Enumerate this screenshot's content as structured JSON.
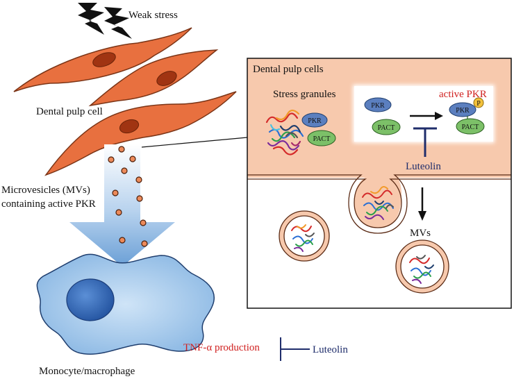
{
  "labels": {
    "weak_stress": "Weak stress",
    "dental_pulp_cell": "Dental pulp cell",
    "microvesicles_line1": "Microvesicles (MVs)",
    "microvesicles_line2": "containing active PKR",
    "monocyte": "Monocyte/macrophage",
    "tnf_production": "TNF-α production",
    "luteolin_bottom": "Luteolin"
  },
  "panel": {
    "title": "Dental pulp cells",
    "stress_granules": "Stress granules",
    "pkr": "PKR",
    "pact": "PACT",
    "active_pkr": "active PKR",
    "phospho": "P",
    "luteolin": "Luteolin",
    "mvs": "MVs"
  },
  "colors": {
    "cell_fill": "#e8703f",
    "nucleus": "#a03412",
    "panel_cell_bg": "#f7c9ad",
    "pkr_blue": "#5b7fbf",
    "pact_green": "#7cc068",
    "phospho_yellow": "#f3c23c",
    "luteolin_navy": "#1f2d6b",
    "tnf_red": "#d0201f",
    "macrophage_fill": "#9fc6ec",
    "macrophage_nucleus": "#3a6fb8"
  }
}
